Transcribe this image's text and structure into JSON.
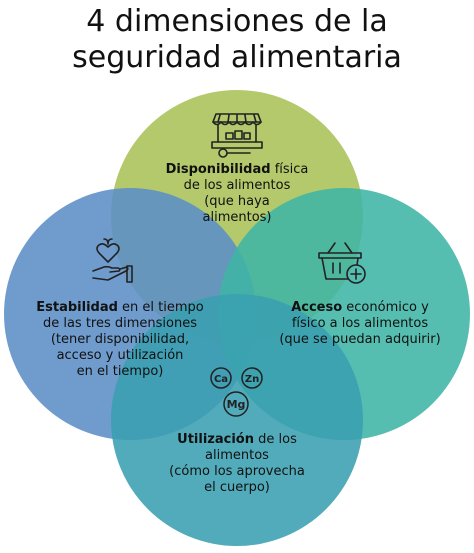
{
  "title": {
    "line1": "4 dimensiones de la",
    "line2": "seguridad alimentaria"
  },
  "colors": {
    "disponibilidad": "#a8c256",
    "estabilidad": "#5b8ec6",
    "acceso": "#3fb5a5",
    "utilizacion": "#3a9fb0",
    "icon": "#222222"
  },
  "dimensions": {
    "disponibilidad": {
      "icon": "market-stall-icon",
      "bold": "Disponibilidad",
      "line1_rest": " física",
      "line2": "de los alimentos",
      "line3": "(que haya",
      "line4": "alimentos)"
    },
    "estabilidad": {
      "icon": "hand-heart-icon",
      "bold": "Estabilidad",
      "line1_rest": " en el tiempo",
      "line2": "de las tres dimensiones",
      "line3": "(tener disponibilidad,",
      "line4": "acceso y utilización",
      "line5": "en el tiempo)"
    },
    "acceso": {
      "icon": "shopping-basket-plus-icon",
      "bold": "Acceso",
      "line1_rest": " económico y",
      "line2": "físico a los alimentos",
      "line3": "(que se puedan adquirir)"
    },
    "utilizacion": {
      "icon": "minerals-icon",
      "minerals": [
        "Ca",
        "Zn",
        "Mg"
      ],
      "bold": "Utilización",
      "line1_rest": " de los",
      "line2": "alimentos",
      "line3": "(cómo los aprovecha",
      "line4": "el cuerpo)"
    }
  }
}
